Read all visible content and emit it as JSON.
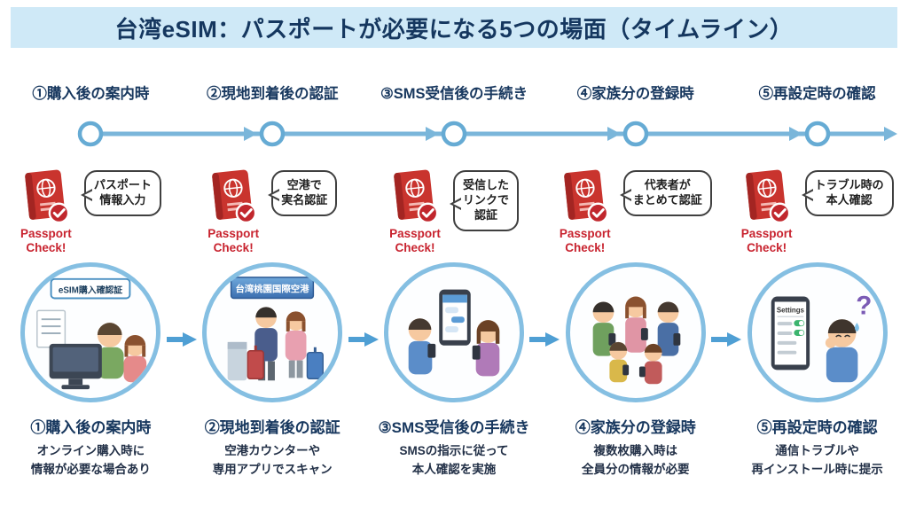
{
  "title": "台湾eSIM：パスポートが必要になる5つの場面（タイムライン）",
  "passport_check": "Passport\nCheck!",
  "colors": {
    "title_bg": "#cfe9f7",
    "navy_text": "#17375e",
    "timeline_blue": "#7ab6da",
    "passport_red": "#c8232f",
    "ring_blue": "#85bfe2"
  },
  "steps": [
    {
      "timeline_label": "①購入後の案内時",
      "bubble": "パスポート\n情報入力",
      "scene_label": "eSIM購入確認証",
      "caption": "①購入後の案内時",
      "description": "オンライン購入時に\n情報が必要な場合あり"
    },
    {
      "timeline_label": "②現地到着後の認証",
      "bubble": "空港で\n実名認証",
      "scene_label": "台湾桃園国際空港",
      "caption": "②現地到着後の認証",
      "description": "空港カウンターや\n専用アプリでスキャン"
    },
    {
      "timeline_label": "③SMS受信後の手続き",
      "bubble": "受信した\nリンクで\n認証",
      "caption": "③SMS受信後の手続き",
      "description": "SMSの指示に従って\n本人確認を実施"
    },
    {
      "timeline_label": "④家族分の登録時",
      "bubble": "代表者が\nまとめて認証",
      "caption": "④家族分の登録時",
      "description": "複数枚購入時は\n全員分の情報が必要"
    },
    {
      "timeline_label": "⑤再設定時の確認",
      "bubble": "トラブル時の\n本人確認",
      "scene_label": "Settings",
      "scene_question": "?",
      "caption": "⑤再設定時の確認",
      "description": "通信トラブルや\n再インストール時に提示"
    }
  ]
}
